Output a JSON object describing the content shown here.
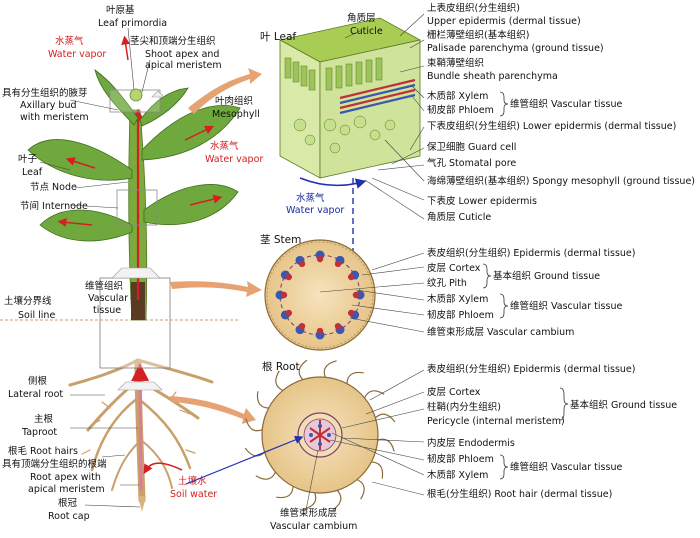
{
  "colors": {
    "red_label": "#d42020",
    "blue_label": "#1a2aa0",
    "leaf_green": "#6fa83c",
    "stem_tan": "#e8c58c",
    "xylem_red": "#c0303a",
    "phloem_blue": "#3a58b0",
    "arrow_orange": "#e7a274"
  },
  "plant": {
    "water_vapor_top_cn": "水蒸气",
    "water_vapor_top_en": "Water vapor",
    "leaf_primordia_cn": "叶原基",
    "leaf_primordia_en": "Leaf primordia",
    "shoot_apex_cn": "茎尖和顶端分生组织",
    "shoot_apex_en1": "Shoot apex and",
    "shoot_apex_en2": "apical meristem",
    "axillary_cn": "具有分生组织的腋芽",
    "axillary_en1": "Axillary bud",
    "axillary_en2": "with meristem",
    "water_vapor_mid_cn": "水蒸气",
    "water_vapor_mid_en": "Water vapor",
    "leaf_cn": "叶子",
    "leaf_en": "Leaf",
    "node_label": "节点 Node",
    "internode_label": "节间 Internode",
    "vascular_cn": "维管组织",
    "vascular_en1": "Vascular",
    "vascular_en2": "tissue",
    "soil_line_cn": "土壤分界线",
    "soil_line_en": "Soil line",
    "lateral_root_cn": "侧根",
    "lateral_root_en": "Lateral root",
    "taproot_cn": "主根",
    "taproot_en": "Taproot",
    "root_hairs_label": "根毛 Root hairs",
    "root_apex_cn": "具有顶端分生组织的根端",
    "root_apex_en1": "Root apex with",
    "root_apex_en2": "apical meristem",
    "root_cap_cn": "根冠",
    "root_cap_en": "Root cap",
    "soil_water_cn": "土壤水",
    "soil_water_en": "Soil water"
  },
  "leaf_section": {
    "title": "叶 Leaf",
    "cuticle_cn": "角质层",
    "cuticle_en": "Cuticle",
    "mesophyll_cn": "叶肉组织",
    "mesophyll_en": "Mesophyll",
    "water_vapor_cn": "水蒸气",
    "water_vapor_en": "Water vapor",
    "upper_epidermis_cn": "上表皮组织(分生组织)",
    "upper_epidermis_en": "Upper epidermis (dermal tissue)",
    "palisade_cn": "栅栏薄壁组织(基本组织)",
    "palisade_en": "Palisade parenchyma (ground tissue)",
    "bundle_sheath_cn": "束鞘薄壁组织",
    "bundle_sheath_en": "Bundle sheath parenchyma",
    "xylem": "木质部 Xylem",
    "phloem": "韧皮部 Phloem",
    "vascular_group": "维管组织 Vascular tissue",
    "lower_epidermis_dermal": "下表皮组织(分生组织) Lower epidermis (dermal tissue)",
    "guard_cell": "保卫细胞 Guard cell",
    "stomatal_pore": "气孔 Stomatal pore",
    "spongy": "海绵薄壁组织(基本组织) Spongy mesophyll (ground tissue)",
    "lower_epidermis": "下表皮 Lower epidermis",
    "cuticle_bottom": "角质层 Cuticle"
  },
  "stem_section": {
    "title": "茎 Stem",
    "epidermis": "表皮组织(分生组织) Epidermis (dermal tissue)",
    "cortex": "皮层 Cortex",
    "pith": "纹孔 Pith",
    "ground_group": "基本组织 Ground tissue",
    "xylem": "木质部 Xylem",
    "phloem": "韧皮部 Phloem",
    "vascular_group": "维管组织 Vascular tissue",
    "cambium": "维管束形成层 Vascular cambium"
  },
  "root_section": {
    "title": "根 Root",
    "epidermis": "表皮组织(分生组织) Epidermis (dermal tissue)",
    "cortex": "皮层 Cortex",
    "pericycle_cn": "柱鞘(内分生组织)",
    "pericycle_en": "Pericycle (internal meristem)",
    "ground_group": "基本组织 Ground tissue",
    "endodermis": "内皮层 Endodermis",
    "phloem": "韧皮部 Phloem",
    "xylem": "木质部 Xylem",
    "vascular_group": "维管组织 Vascular tissue",
    "root_hair": "根毛(分生组织) Root hair (dermal tissue)",
    "cambium_cn": "维管束形成层",
    "cambium_en": "Vascular cambium"
  }
}
